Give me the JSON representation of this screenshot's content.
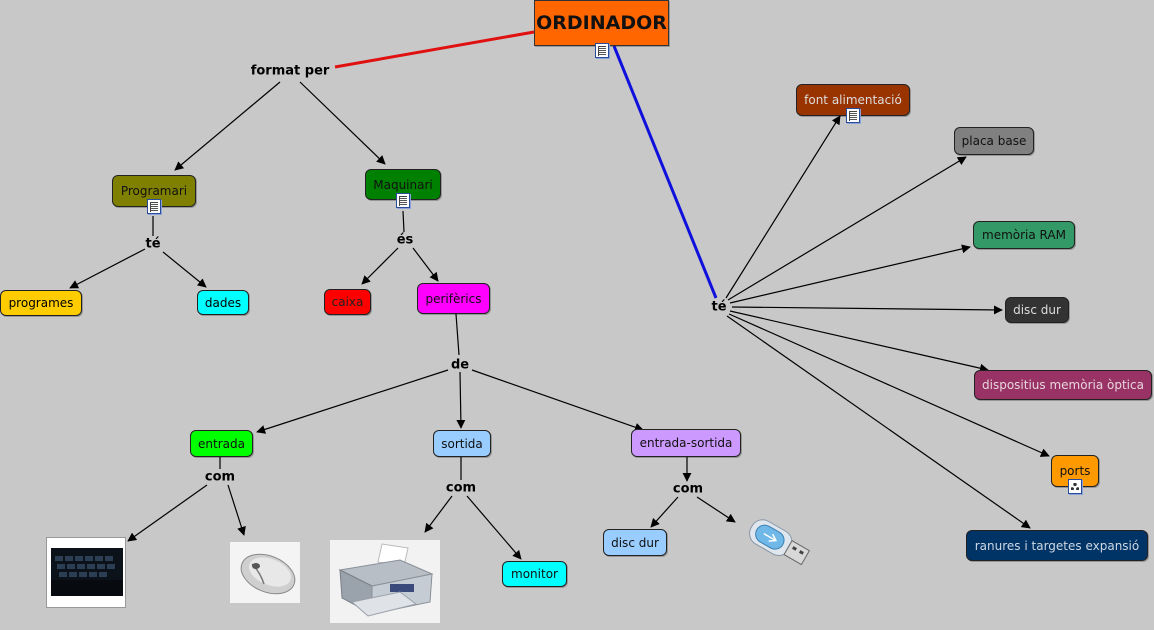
{
  "root": {
    "label": "ORDINADOR"
  },
  "phrases": {
    "format_per": "format per",
    "te_programari": "té",
    "es": "és",
    "de": "de",
    "com_entrada": "com",
    "com_sortida": "com",
    "com_entrada_sortida": "com",
    "te_hardware": "té"
  },
  "concepts": {
    "programari": "Programari",
    "maquinari": "Maquinari",
    "programes": "programes",
    "dades": "dades",
    "caixa": "caixa",
    "periferics": "perifèrics",
    "entrada": "entrada",
    "sortida": "sortida",
    "entrada_sortida": "entrada-sortida",
    "disc_dur_es": "disc dur",
    "monitor": "monitor",
    "font_alimentacio": "font alimentació",
    "placa_base": "placa base",
    "memoria_ram": "memòria RAM",
    "disc_dur": "disc dur",
    "dispositius_optica": "dispositius memòria òptica",
    "ports": "ports",
    "ranures": "ranures i targetes expansió"
  },
  "colors": {
    "background": "#c8c8c8",
    "root": "#ff6600",
    "root_link_left": "#e01010",
    "root_link_right": "#1010dd",
    "programari": "#808000",
    "maquinari": "#008000",
    "programes": "#ffcc00",
    "dades": "#00ffff",
    "caixa": "#ff0000",
    "periferics": "#ff00ff",
    "entrada": "#00ff00",
    "sortida": "#99ccff",
    "entrada_sortida": "#cc99ff",
    "disc_dur_es": "#99ccff",
    "monitor": "#00ffff",
    "font_alimentacio": "#993300",
    "placa_base": "#808080",
    "memoria_ram": "#339966",
    "disc_dur": "#333333",
    "dispositius_optica": "#993366",
    "ports": "#ff9900",
    "ranures": "#003366"
  },
  "icons": [
    "document-icon",
    "network-icon",
    "keyboard-image",
    "mouse-image",
    "printer-image",
    "usb-drive-image"
  ]
}
